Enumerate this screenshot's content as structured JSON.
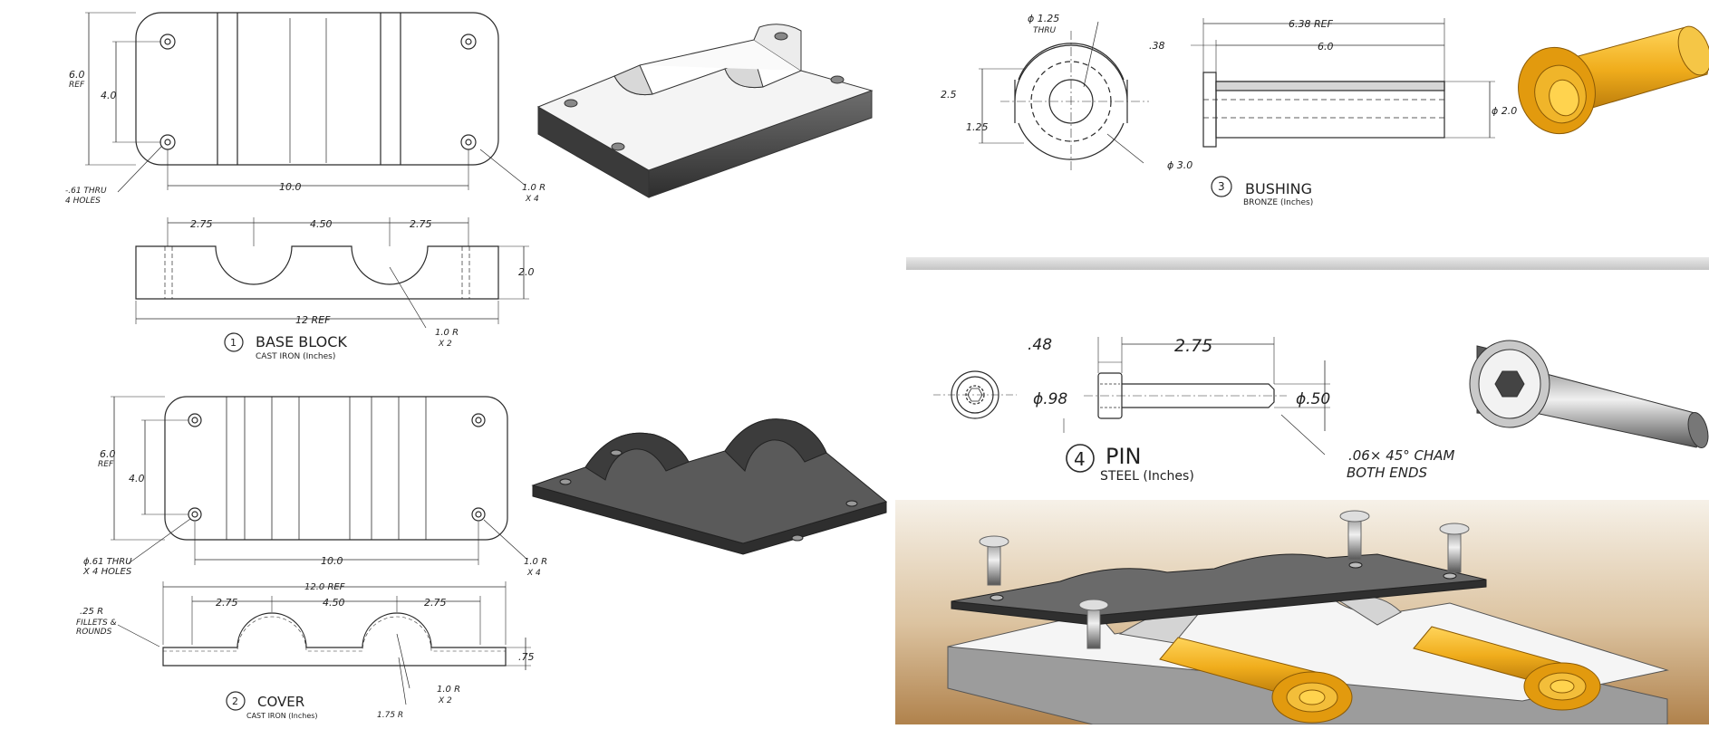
{
  "base_block": {
    "dim_height_ref": "6.0",
    "dim_height_ref_tag": "REF",
    "dim_hole_spacing_v": "4.0",
    "dim_hole_spacing_h": "10.0",
    "hole_note_1": "-.61 THRU",
    "hole_note_2": "4 HOLES",
    "corner_radius_1": "1.0 R",
    "corner_radius_2": "X 4",
    "dim_a": "2.75",
    "dim_b": "4.50",
    "dim_c": "2.75",
    "dim_thick": "2.0",
    "dim_length_ref": "12 REF",
    "groove_radius_1": "1.0 R",
    "groove_radius_2": "X 2",
    "item_number": "1",
    "title": "BASE BLOCK",
    "material": "CAST IRON (Inches)"
  },
  "cover": {
    "dim_height_ref": "6.0",
    "dim_height_ref_tag": "REF",
    "dim_hole_spacing_v": "4.0",
    "dim_hole_spacing_h": "10.0",
    "hole_note_1": "ϕ.61 THRU",
    "hole_note_2": "X 4 HOLES",
    "corner_radius_1": "1.0 R",
    "corner_radius_2": "X 4",
    "dim_length_ref": "12.0 REF",
    "dim_a": "2.75",
    "dim_b": "4.50",
    "dim_c": "2.75",
    "fillet_note_1": ".25 R",
    "fillet_note_2": "FILLETS &",
    "fillet_note_3": "ROUNDS",
    "dim_thick": ".75",
    "arch_radius_1": "1.0 R",
    "arch_radius_2": "X 2",
    "arch_radius_3": "1.75 R",
    "item_number": "2",
    "title": "COVER",
    "material": "CAST IRON (Inches)"
  },
  "bushing": {
    "bore_dia": "ϕ 1.25",
    "bore_thru": "THRU",
    "dim_height": "2.5",
    "dim_center": "1.25",
    "flange_dia": "ϕ 3.0",
    "dim_flange": ".38",
    "dim_overall_ref": "6.38 REF",
    "dim_body": "6.0",
    "dim_outer_dia": "ϕ 2.0",
    "item_number": "3",
    "title": "BUSHING",
    "material": "BRONZE (Inches)"
  },
  "pin": {
    "dim_head": ".48",
    "dim_length": "2.75",
    "dim_head_dia": "ϕ.98",
    "dim_shank_dia": "ϕ.50",
    "chamfer_note_1": ".06× 45° CHAM",
    "chamfer_note_2": "BOTH ENDS",
    "item_number": "4",
    "title": "PIN",
    "material": "STEEL (Inches)"
  },
  "colors": {
    "ink": "#2a2a2a",
    "cast_iron": "#4a4a4a",
    "bronze": "#e9a817",
    "assembly_bg_top": "#f4eee4",
    "assembly_bg_bottom": "#b88a52"
  }
}
